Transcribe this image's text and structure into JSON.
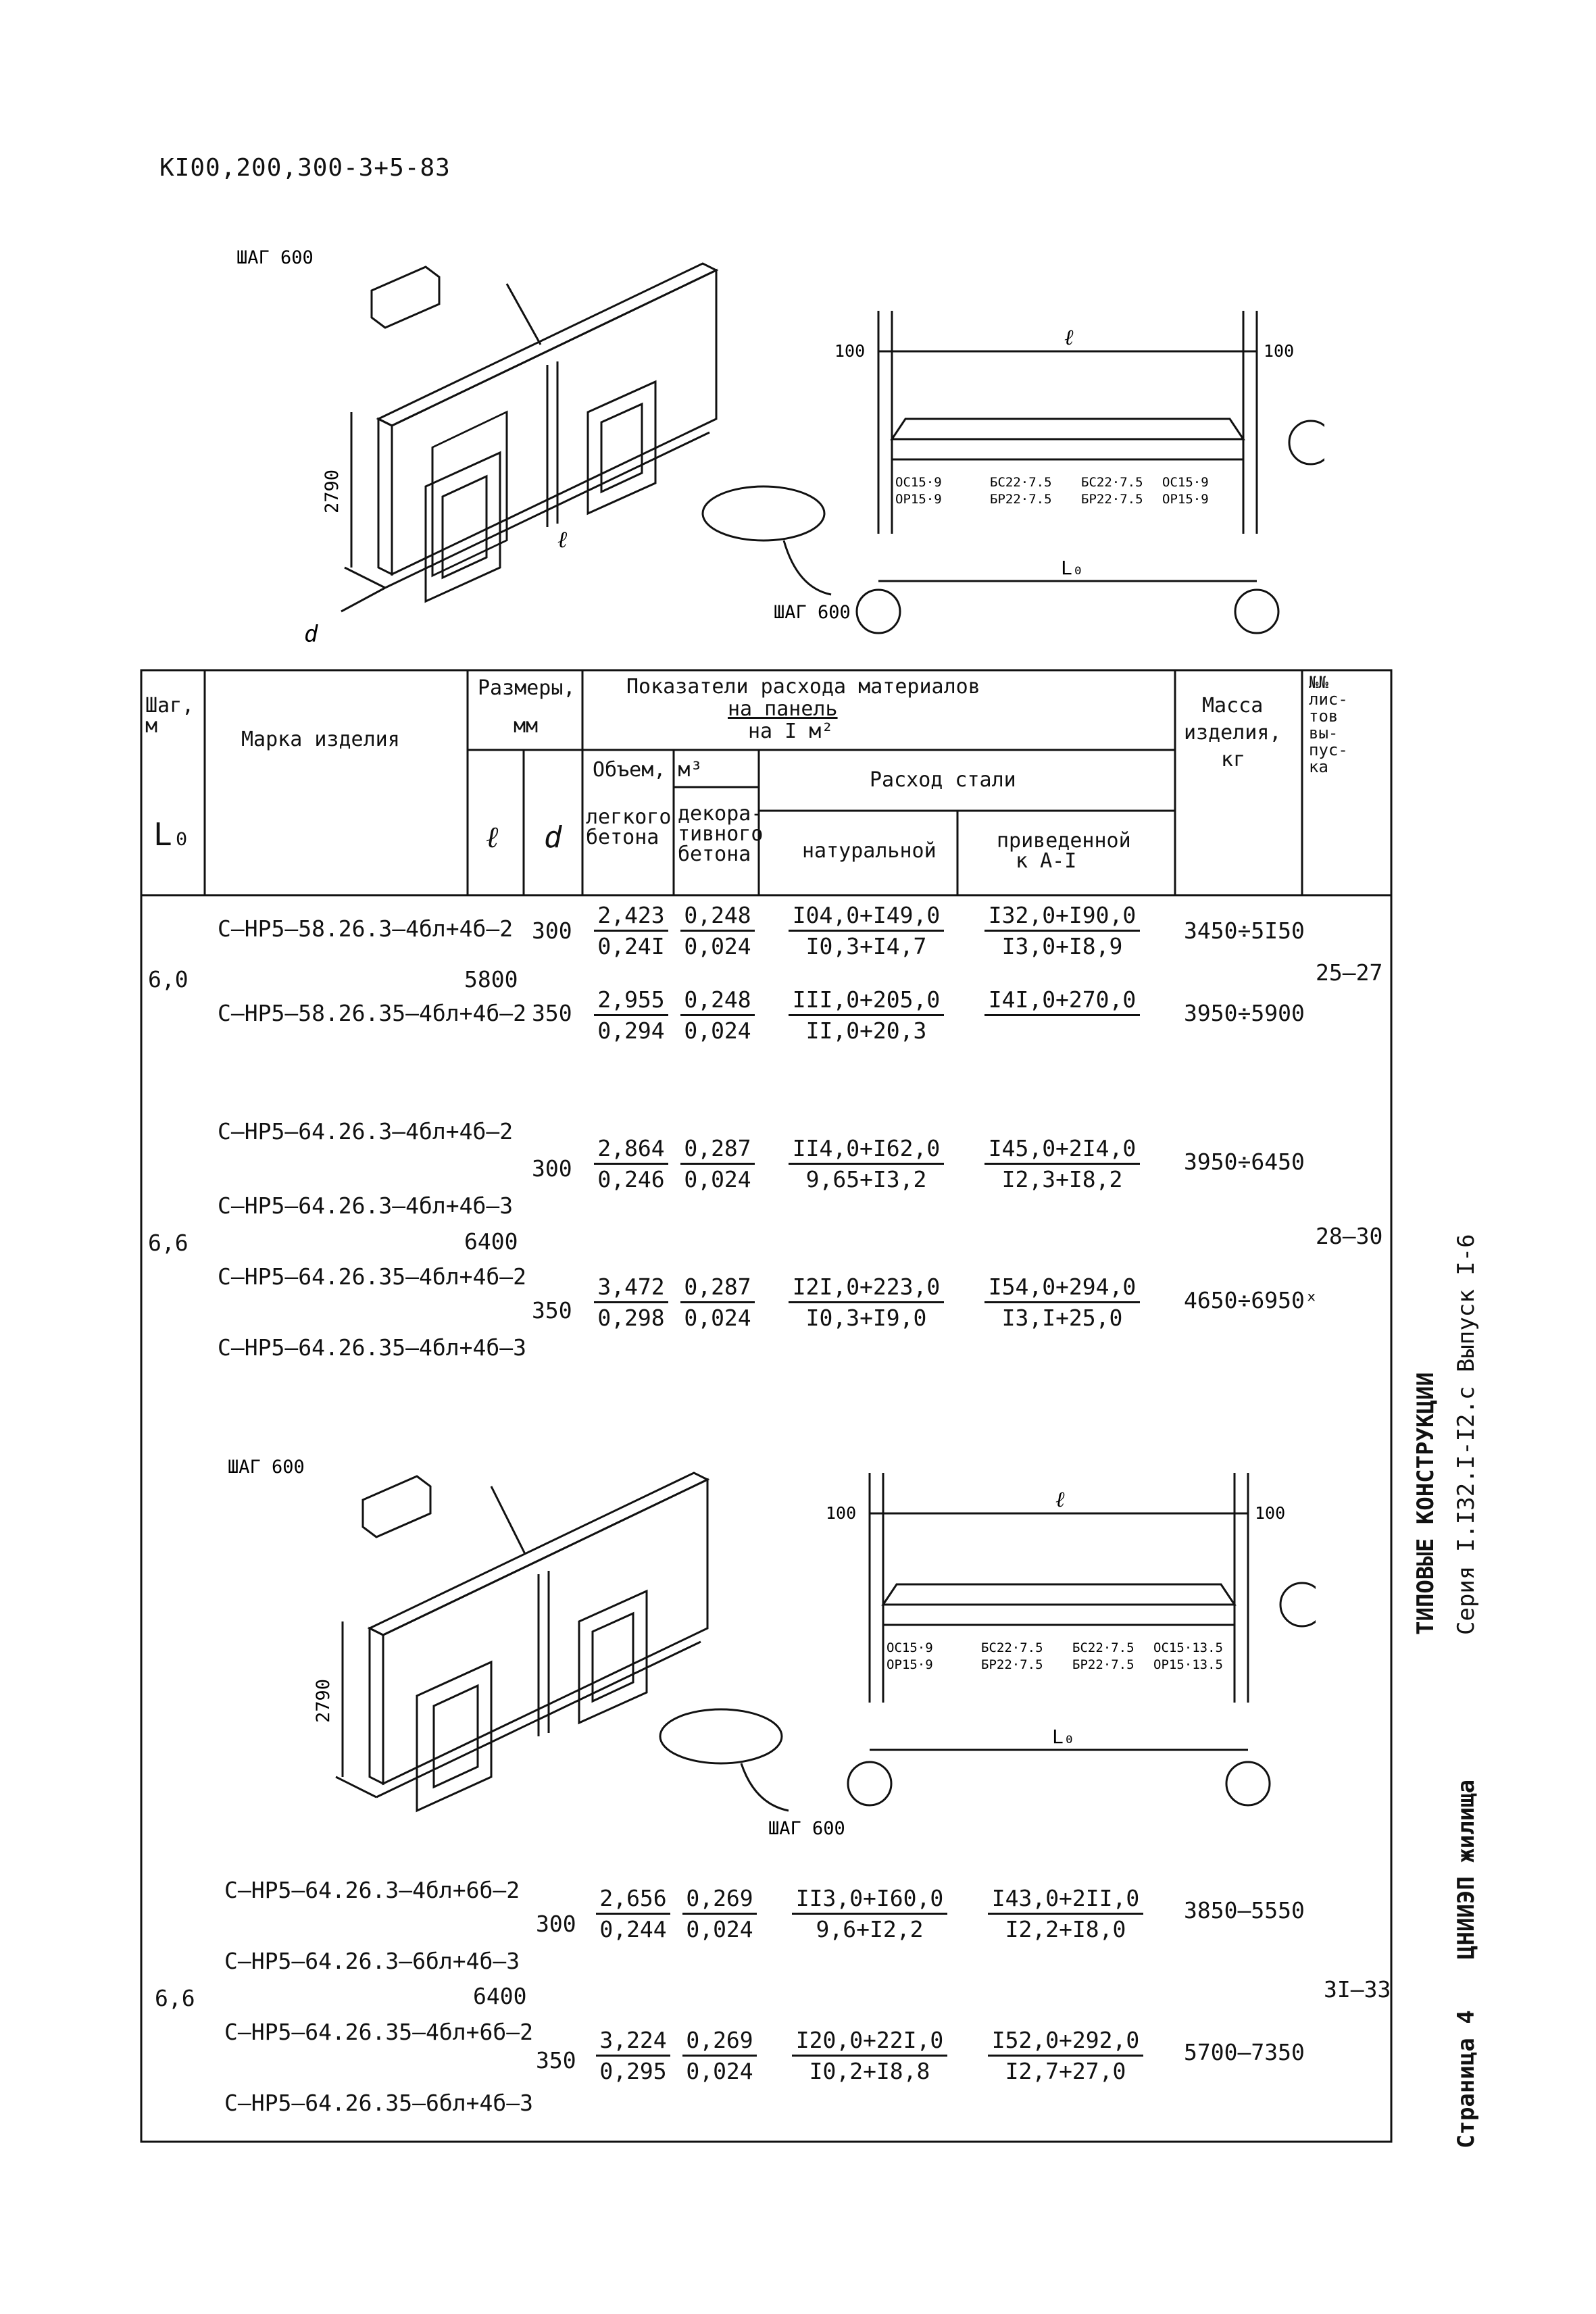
{
  "doc_code": "KI00,200,300-3+5-83",
  "drawing1": {
    "step_label_1": "ШАГ 600",
    "step_label_2": "ШАГ 600",
    "height_dim": "2790",
    "length_sym": "ℓ",
    "thick_sym": "d",
    "sec_left_dim": "100",
    "sec_right_dim": "100",
    "sec_span": "ℓ",
    "sec_base": "L₀",
    "labels": [
      "ОС15·9",
      "ОР15·9",
      "БС22·7.5",
      "БР22·7.5",
      "БС22·7.5",
      "БР22·7.5",
      "ОС15·9",
      "ОР15·9"
    ]
  },
  "table": {
    "headers": {
      "step": "Шаг,\nм",
      "L0": "L₀",
      "mark": "Марка изделия",
      "sizes": "Размеры,",
      "sizes_unit": "мм",
      "l": "ℓ",
      "d": "d",
      "indicators_1": "Показатели расхода материалов",
      "indicators_2": "на панель",
      "indicators_3": "на I м²",
      "volume": "Объем, м³",
      "light_concrete_1": "легкого",
      "light_concrete_2": "бетона",
      "deco_concrete_1": "декора-",
      "deco_concrete_2": "тивного",
      "deco_concrete_3": "бетона",
      "steel": "Расход стали",
      "natural": "натуральной",
      "reduced_1": "приведенной",
      "reduced_2": "к А-I",
      "mass_1": "Масса",
      "mass_2": "изделия,",
      "mass_3": "кг",
      "sheets_1": "№№",
      "sheets_2": "лис-",
      "sheets_3": "тов",
      "sheets_4": "вы-",
      "sheets_5": "пус-",
      "sheets_6": "ка"
    },
    "group1": {
      "step": "6,0",
      "L0": "5800",
      "sheets": "25–27",
      "marks": [
        "С–НР5–58.26.3–4бл+4б–2",
        "С–НР5–58.26.35–4бл+4б–2"
      ],
      "rows": [
        {
          "l": "300",
          "v1t": "2,423",
          "v1b": "0,24I",
          "v2t": "0,248",
          "v2b": "0,024",
          "nt": "I04,0+I49,0",
          "nb": "I0,3+I4,7",
          "rt": "I32,0+I90,0",
          "rb": "I3,0+I8,9",
          "mass": "3450÷5I50"
        },
        {
          "l": "350",
          "v1t": "2,955",
          "v1b": "0,294",
          "v2t": "0,248",
          "v2b": "0,024",
          "nt": "III,0+205,0",
          "nb": "II,0+20,3",
          "rt": "I4I,0+270,0",
          "rb": "",
          "mass": "3950÷5900"
        }
      ]
    },
    "group2": {
      "step": "6,6",
      "L0": "6400",
      "sheets": "28–30",
      "marks": [
        "С–НР5–64.26.3–4бл+4б–2",
        "С–НР5–64.26.3–4бл+4б–3",
        "С–НР5–64.26.35–4бл+4б–2",
        "С–НР5–64.26.35–4бл+4б–3"
      ],
      "rows": [
        {
          "l": "300",
          "v1t": "2,864",
          "v1b": "0,246",
          "v2t": "0,287",
          "v2b": "0,024",
          "nt": "II4,0+I62,0",
          "nb": "9,65+I3,2",
          "rt": "I45,0+2I4,0",
          "rb": "I2,3+I8,2",
          "mass": "3950÷6450"
        },
        {
          "l": "350",
          "v1t": "3,472",
          "v1b": "0,298",
          "v2t": "0,287",
          "v2b": "0,024",
          "nt": "I2I,0+223,0",
          "nb": "I0,3+I9,0",
          "rt": "I54,0+294,0",
          "rb": "I3,I+25,0",
          "mass": "4650÷6950ˣ"
        }
      ]
    },
    "group3": {
      "step": "6,6",
      "L0": "6400",
      "sheets": "3I–33",
      "marks": [
        "С–НР5–64.26.3–4бл+6б–2",
        "С–НР5–64.26.3–6бл+4б–3",
        "С–НР5–64.26.35–4бл+6б–2",
        "С–НР5–64.26.35–6бл+4б–3"
      ],
      "rows": [
        {
          "l": "300",
          "v1t": "2,656",
          "v1b": "0,244",
          "v2t": "0,269",
          "v2b": "0,024",
          "nt": "II3,0+I60,0",
          "nb": "9,6+I2,2",
          "rt": "I43,0+2II,0",
          "rb": "I2,2+I8,0",
          "mass": "3850–5550"
        },
        {
          "l": "350",
          "v1t": "3,224",
          "v1b": "0,295",
          "v2t": "0,269",
          "v2b": "0,024",
          "nt": "I20,0+22I,0",
          "nb": "I0,2+I8,8",
          "rt": "I52,0+292,0",
          "rb": "I2,7+27,0",
          "mass": "5700–7350"
        }
      ]
    }
  },
  "drawing2": {
    "step_label_1": "ШАГ 600",
    "step_label_2": "ШАГ 600",
    "height_dim": "2790",
    "sec_left_dim": "100",
    "sec_right_dim": "100",
    "labels": [
      "ОС15·9",
      "ОР15·9",
      "БС22·7.5",
      "БР22·7.5",
      "БС22·7.5",
      "БР22·7.5",
      "ОС15·13.5",
      "ОР15·13.5"
    ]
  },
  "side": {
    "title": "ТИПОВЫЕ КОНСТРУКЦИИ",
    "series": "Серия I.I32.I-I2.с   Выпуск I-6",
    "org": "ЦНИИЭП жилища",
    "page": "Страница 4"
  }
}
